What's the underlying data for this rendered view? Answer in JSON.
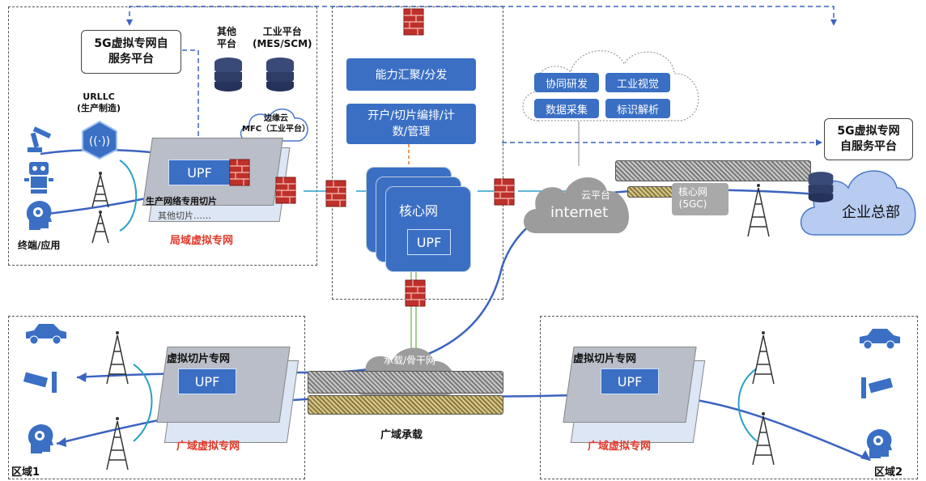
{
  "private_net_platform": "5G虚拟专网自服务平台",
  "other_platform": "其他\n平台",
  "industrial_platform": "工业平台\n(MES/SCM)",
  "urllc": "URLLC\n(生产制造)",
  "edge_cloud": "边缘云\nMFC（工业平台）",
  "upf": "UPF",
  "slice_production": "生产网络专用切片",
  "slice_other": "其他切片……",
  "terminal_app": "终端/应用",
  "local_private_net": "局域虚拟专网",
  "capability": "能力汇聚/分发",
  "orchestration": "开户/切片编排/计\n数/管理",
  "core_net": "核心网",
  "cloud_services": [
    "协同研发",
    "工业视觉",
    "数据采集",
    "标识解析"
  ],
  "cloud_platform": "云平台",
  "internet": "internet",
  "core_5gc": "核心网\n(5GC)",
  "hq_platform": "5G虚拟专网\n自服务平台",
  "enterprise_hq": "企业总部",
  "bearer_backbone": "承载/骨干网",
  "wide_bearer": "广域承载",
  "virtual_slice_net": "虚拟切片专网",
  "wide_private_net": "广域虚拟专网",
  "region1": "区域1",
  "region2": "区域2",
  "colors": {
    "accent_blue": "#3a6fc4",
    "red_label": "#e23a2a",
    "line_blue": "#3b64c0"
  }
}
